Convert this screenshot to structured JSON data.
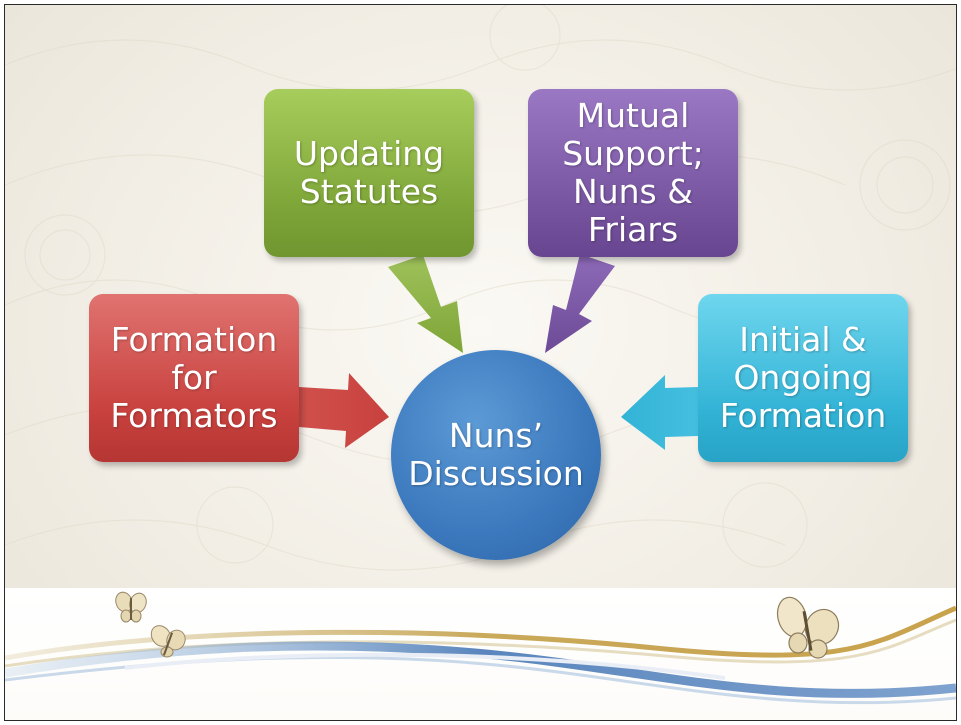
{
  "diagram": {
    "center": {
      "label": "Nuns’\nDiscussion",
      "color": "#3b78bd"
    },
    "nodes": [
      {
        "id": "updating-statutes",
        "label": "Updating\nStatutes",
        "color": "#7ea538"
      },
      {
        "id": "mutual-support",
        "label": "Mutual\nSupport;\nNuns & Friars",
        "color": "#77549f"
      },
      {
        "id": "formation-for-formators",
        "label": "Formation\nfor\nFormators",
        "color": "#c8413e"
      },
      {
        "id": "initial-ongoing-formation",
        "label": "Initial &\nOngoing\nFormation",
        "color": "#32b3d6"
      }
    ]
  }
}
